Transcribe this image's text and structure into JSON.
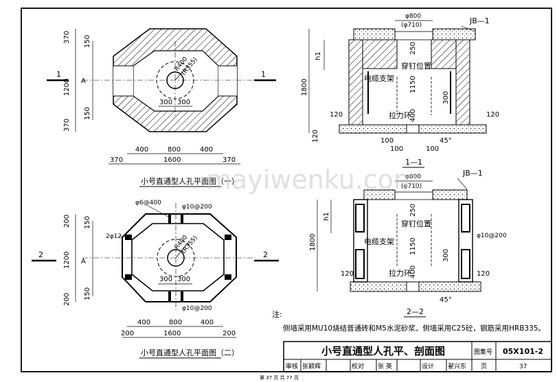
{
  "plan1": {
    "caption": "小号直通型人孔平面图（一）",
    "dims_top": [
      "400",
      "800",
      "400"
    ],
    "total_top": "1600",
    "dims_bottom": [
      "370",
      "1600",
      "370"
    ],
    "dims_left": [
      "370",
      "1200",
      "370"
    ],
    "dims_left_inner": [
      "150",
      "150"
    ],
    "label_a": "A",
    "radius": "R400",
    "radius_paren": "(R355)",
    "dims_center": [
      "300",
      "300"
    ],
    "section_mark": "1"
  },
  "plan2": {
    "caption": "小号直通型人孔平面图（二）",
    "rebar_top_left": "φ6@400",
    "rebar_top": "φ10@200",
    "rebar_bottom": "φ10@200",
    "rebar_left": "2φ12",
    "dims_top": [
      "400",
      "800",
      "400"
    ],
    "total_bottom": "1600",
    "dims_bottom_edge": [
      "200",
      "200"
    ],
    "dims_left": [
      "200",
      "1200",
      "200"
    ],
    "dims_left_inner": [
      "150",
      "150"
    ],
    "label_a": "A",
    "radius": "R400",
    "radius_paren": "(R355)",
    "dims_center": [
      "300",
      "300"
    ],
    "section_mark": "2"
  },
  "section1": {
    "caption": "1—1",
    "diam": "φ800",
    "diam_paren": "(φ710)",
    "jb": "JB—1",
    "h1": "h1",
    "height": "1800",
    "dim_250": "250",
    "dim_1150": "1150",
    "dim_400": "400",
    "dim_300": "300",
    "dim_120_left": "120",
    "dim_120_right": "120",
    "dim_120_base": "120",
    "dim_100a": "100",
    "dim_100b": "100",
    "dim_100c": "100",
    "angle": "45°",
    "label_bracket": "电缆支架",
    "label_nail": "穿钉位置",
    "label_ring": "拉力环"
  },
  "section2": {
    "caption": "2—2",
    "diam": "φ800",
    "diam_paren": "(φ710)",
    "jb": "JB—1",
    "h1": "h1",
    "height": "1800",
    "dim_250": "250",
    "dim_1150": "1150",
    "dim_400": "400",
    "dim_300": "300",
    "dim_120_left": "120",
    "dim_120_right": "120",
    "rebar": "φ10@200",
    "angle": "45°",
    "label_bracket": "电缆支架",
    "label_nail": "穿钉位置",
    "label_ring": "拉力环"
  },
  "watermark": "mayiwenku.com",
  "note_title": "注:",
  "note_text": "侧墙采用MU10烧结普通砖和M5水泥砂浆。侧墙采用C25砼，钢筋采用HRB335。",
  "title_block": {
    "title": "小号直通型人孔平、剖面图",
    "set_label": "图集号",
    "set_value": "05X101-2",
    "review": "审核",
    "review_name": "张颖辉",
    "check": "校对",
    "check_name": "张 英",
    "design": "设计",
    "design_name": "翟兴东",
    "page_label": "页",
    "page_value": "37"
  },
  "footer": "第 37 页 共 77 页"
}
